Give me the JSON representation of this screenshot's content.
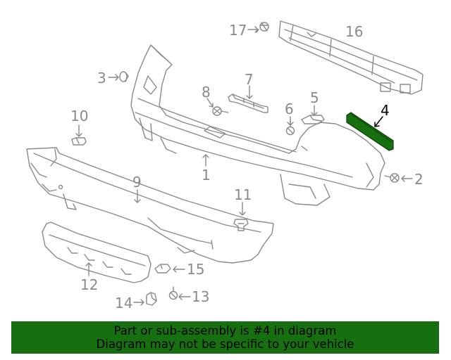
{
  "callouts": {
    "c1": "1",
    "c2": "2",
    "c3": "3",
    "c4": "4",
    "c5": "5",
    "c6": "6",
    "c7": "7",
    "c8": "8",
    "c9": "9",
    "c10": "10",
    "c11": "11",
    "c12": "12",
    "c13": "13",
    "c14": "14",
    "c15": "15",
    "c16": "16",
    "c17": "17"
  },
  "highlighted_part": "4",
  "colors": {
    "line": "#8a8a8a",
    "highlight": "#177010",
    "banner": "#177010"
  },
  "banner": {
    "line1": "Part or sub-assembly is #4 in diagram",
    "line2": "Diagram may not be specific to your vehicle"
  }
}
